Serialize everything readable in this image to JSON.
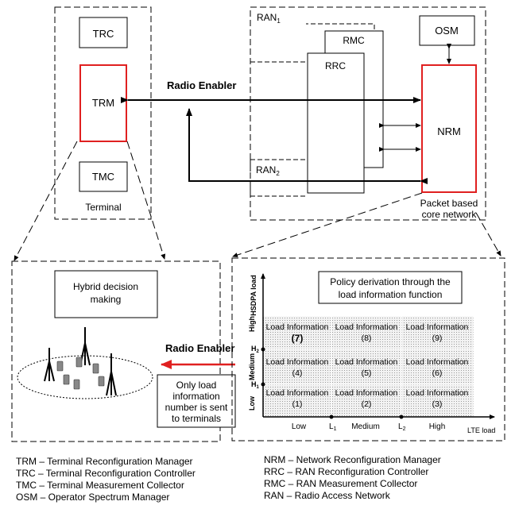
{
  "terminal": {
    "trc": "TRC",
    "trm": "TRM",
    "tmc": "TMC",
    "label": "Terminal"
  },
  "network": {
    "ran1": "RAN",
    "ran1_sub": "1",
    "ran2": "RAN",
    "ran2_sub": "2",
    "rmc": "RMC",
    "rrc": "RRC",
    "osm": "OSM",
    "nrm": "NRM",
    "core_line1": "Packet based",
    "core_line2": "core network"
  },
  "radio_enabler_top": "Radio Enabler",
  "radio_enabler_bottom": "Radio Enabler",
  "hybrid": {
    "line1": "Hybrid decision",
    "line2": "making"
  },
  "only_load": [
    "Only load",
    "information",
    "number is sent",
    "to terminals"
  ],
  "policy": {
    "line1": "Policy derivation through the",
    "line2": "load information function"
  },
  "grid": {
    "cell_label": "Load Information",
    "numbers": [
      "(7)",
      "(8)",
      "(9)",
      "(4)",
      "(5)",
      "(6)",
      "(1)",
      "(2)",
      "(3)"
    ],
    "x_axis": {
      "low": "Low",
      "l1": "L",
      "l1_sub": "1",
      "medium": "Medium",
      "l2": "L",
      "l2_sub": "2",
      "high": "High",
      "title": "LTE load"
    },
    "y_axis": {
      "low": "Low",
      "h1": "H",
      "h1_sub": "1",
      "medium": "Medium",
      "h2": "H",
      "h2_sub": "2",
      "high": "High",
      "title": "HSDPA load"
    }
  },
  "legend_left": [
    {
      "abbr": "TRM",
      "text": " – Terminal Reconfiguration Manager"
    },
    {
      "abbr": "TRC",
      "text": " – Terminal Reconfiguration Controller"
    },
    {
      "abbr": "TMC",
      "text": " – Terminal Measurement Collector"
    },
    {
      "abbr": "OSM",
      "text": " – Operator Spectrum Manager"
    }
  ],
  "legend_right": [
    {
      "abbr": "NRM",
      "text": " – Network Reconfiguration Manager"
    },
    {
      "abbr": "RRC",
      "text": " – RAN Reconfiguration Controller"
    },
    {
      "abbr": "RMC",
      "text": " – RAN Measurement Collector"
    },
    {
      "abbr": "RAN",
      "text": " – Radio Access Network"
    }
  ]
}
